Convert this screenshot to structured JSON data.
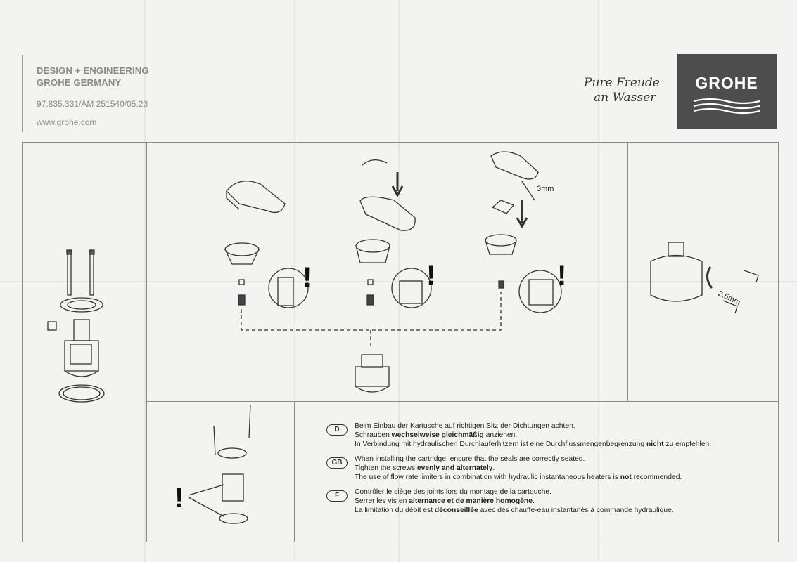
{
  "header": {
    "brand_line1": "DESIGN + ENGINEERING",
    "brand_line2": "GROHE GERMANY",
    "doc_number": "97.835.331/ÄM 251540/05.23",
    "website": "www.grohe.com"
  },
  "slogan": {
    "line1": "Pure Freude",
    "line2": "an Wasser"
  },
  "logo": {
    "text": "GROHE",
    "bg_color": "#4d4d4d"
  },
  "diagram": {
    "allen_key_size": "3mm",
    "hex_key_size": "2,5mm",
    "warning_mark": "!"
  },
  "notes": [
    {
      "code": "D",
      "line1": "Beim Einbau der Kartusche auf richtigen Sitz der Dichtungen achten.",
      "line2_pre": "Schrauben ",
      "line2_bold": "wechselweise gleichmäßig",
      "line2_post": " anziehen.",
      "line3_pre": "In Verbindung mit hydraulischen Durchlauferhitzern ist eine Durchflussmengenbegrenzung ",
      "line3_bold": "nicht",
      "line3_post": " zu empfehlen."
    },
    {
      "code": "GB",
      "line1": "When installing the cartridge, ensure that the seals are correctly seated.",
      "line2_pre": "Tighten the screws ",
      "line2_bold": "evenly and alternately",
      "line2_post": ".",
      "line3_pre": "The use of flow rate limiters in combination with hydraulic instantaneous heaters is ",
      "line3_bold": "not",
      "line3_post": " recommended."
    },
    {
      "code": "F",
      "line1": "Contrôler le siège des joints lors du montage de la cartouche.",
      "line2_pre": "Serrer les vis en ",
      "line2_bold": "alternance et de manière homogène",
      "line2_post": ".",
      "line3_pre": "La limitation du débit est ",
      "line3_bold": "déconseillée",
      "line3_post": " avec des chauffe-eau instantanés à commande hydraulique."
    }
  ]
}
